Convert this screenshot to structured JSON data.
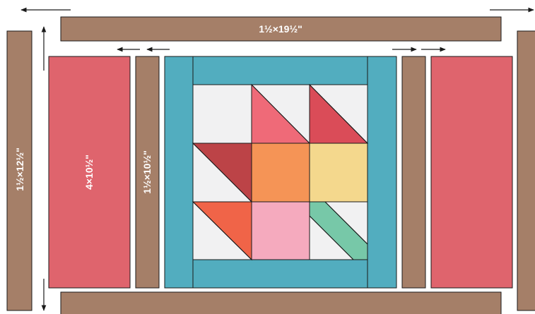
{
  "labels": {
    "top_strip": "1½×19½\"",
    "left_outer_strip": "1½×12½\"",
    "left_wide_panel": "4×10½\"",
    "left_inner_strip": "1½×10½\""
  },
  "colors": {
    "strip_brown": "#a57f68",
    "panel_red": "#df646d",
    "border_teal": "#52adbf",
    "background_white": "#f1f1f2",
    "pink_triangle": "#ef6a78",
    "red_triangle": "#da4c58",
    "dark_red_triangle": "#bc4347",
    "orange_square": "#f59456",
    "yellow_square": "#f4d88d",
    "coral_triangle": "#f06448",
    "light_pink_square": "#f5aabe",
    "green_stem": "#77c8a8",
    "outline": "#1a1a1a"
  }
}
